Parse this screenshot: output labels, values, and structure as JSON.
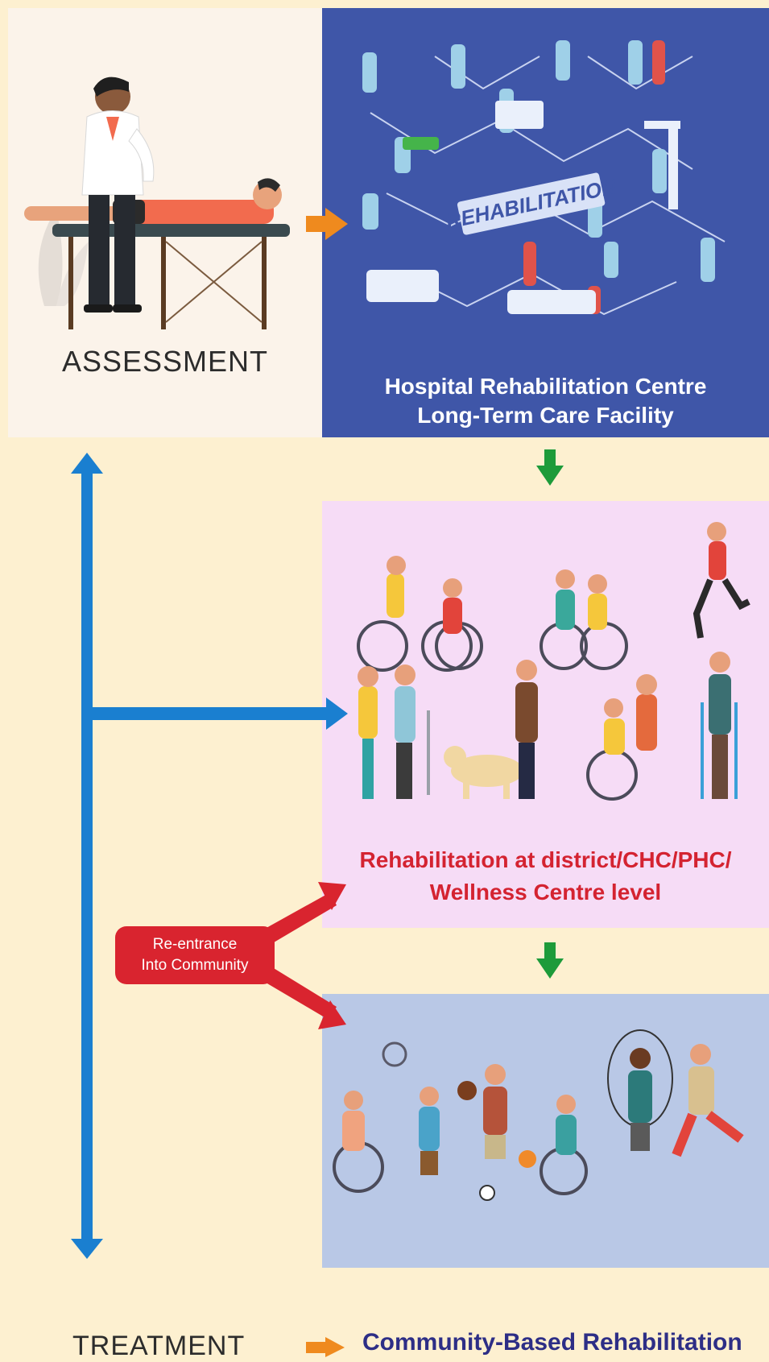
{
  "assessment": {
    "label": "ASSESSMENT"
  },
  "hospital": {
    "line1": "Hospital Rehabilitation Centre",
    "line2": "Long-Term Care Facility",
    "banner": "REHABILITATION"
  },
  "district": {
    "line1": "Rehabilitation at district/CHC/PHC/",
    "line2": "Wellness Centre level"
  },
  "reentry": {
    "line1": "Re-entrance",
    "line2": "Into Community"
  },
  "footer": {
    "treatment": "TREATMENT",
    "community": "Community-Based Rehabilitation"
  },
  "colors": {
    "background": "#fdf0d0",
    "hospital_panel": "#3f56a8",
    "district_panel": "#f6dcf6",
    "community_panel": "#b9c8e6",
    "blue_arrow": "#1a7fd0",
    "green_arrow": "#1d9b3a",
    "orange_arrow": "#ef8a1e",
    "red_arrow": "#d9242f",
    "district_text": "#d42331",
    "cbr_text": "#2d2e86"
  }
}
